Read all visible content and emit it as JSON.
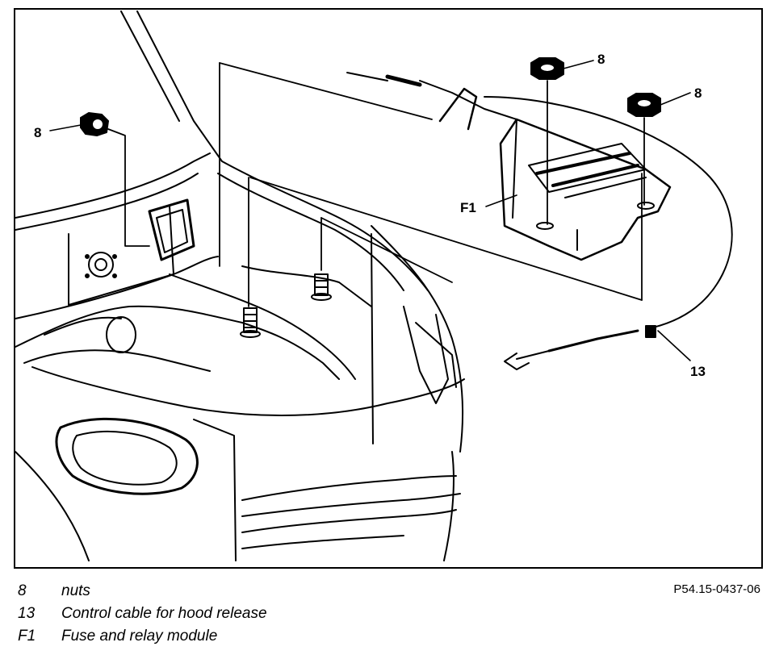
{
  "callouts": {
    "nut_left": "8",
    "nut_top": "8",
    "nut_right": "8",
    "cable": "13",
    "module": "F1"
  },
  "legend": [
    {
      "key": "8",
      "text": "nuts"
    },
    {
      "key": "13",
      "text": "Control cable for hood release"
    },
    {
      "key": "F1",
      "text": "Fuse and relay module"
    }
  ],
  "figure_id": "P54.15-0437-06"
}
